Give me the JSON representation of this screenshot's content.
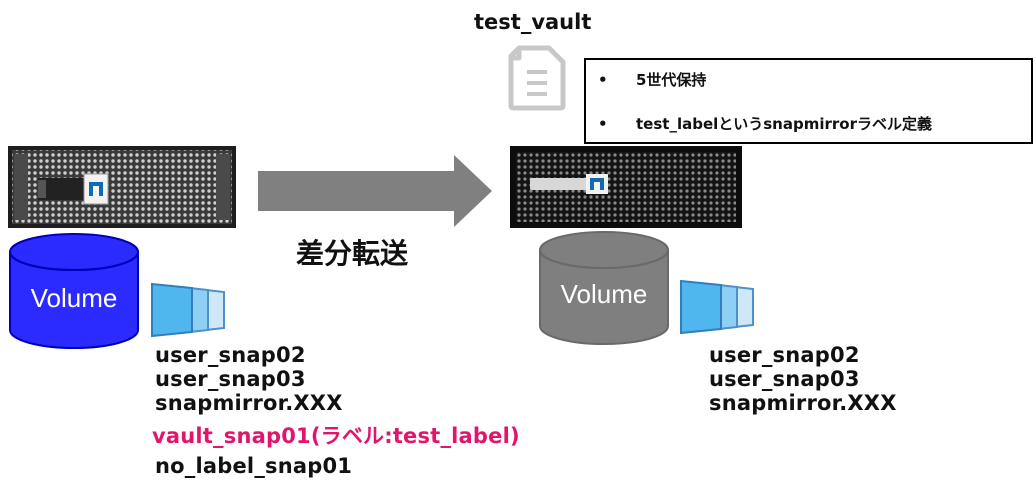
{
  "vault_name": "test_vault",
  "policy_items": [
    "5世代保持",
    "test_labelというsnapmirrorラベル定義"
  ],
  "transfer_label": "差分転送",
  "source": {
    "volume_label": "Volume",
    "volume_color": "#2b2bff",
    "snapshots": [
      "user_snap02",
      "user_snap03",
      "snapmirror.XXX"
    ],
    "labeled_snapshot": "vault_snap01(ラベル:test_label)",
    "labeled_color": "#e0156b",
    "unlabeled_snapshot": "no_label_snap01"
  },
  "destination": {
    "volume_label": "Volume",
    "volume_color": "#7f7f7f",
    "snapshots": [
      "user_snap02",
      "user_snap03",
      "snapmirror.XXX"
    ]
  },
  "icons": {
    "storage": "storage-array-icon",
    "policy": "document-icon",
    "snapshots": "snapshot-stack-icon",
    "arrow": "transfer-arrow-icon"
  }
}
